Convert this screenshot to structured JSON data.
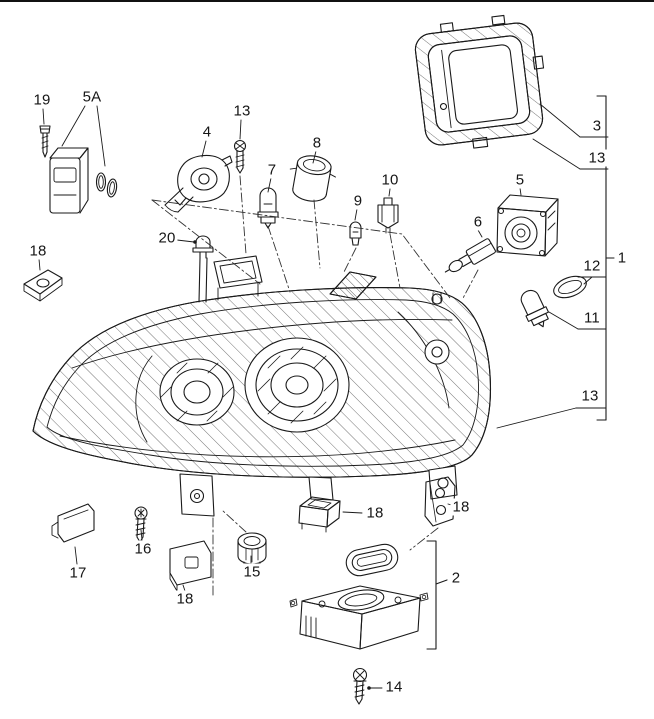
{
  "diagram": {
    "kind": "exploded-parts-diagram",
    "subject": "headlight-assembly",
    "line_color": "#1a1a1a",
    "background_color": "#ffffff",
    "callouts": {
      "c19": {
        "label": "19"
      },
      "c5a": {
        "label": "5A"
      },
      "c4": {
        "label": "4"
      },
      "c13_top": {
        "label": "13"
      },
      "c7": {
        "label": "7"
      },
      "c8": {
        "label": "8"
      },
      "c9": {
        "label": "9"
      },
      "c10": {
        "label": "10"
      },
      "c3": {
        "label": "3"
      },
      "c13_right": {
        "label": "13"
      },
      "c5": {
        "label": "5"
      },
      "c6": {
        "label": "6"
      },
      "c12": {
        "label": "12"
      },
      "c11": {
        "label": "11"
      },
      "c13_lens": {
        "label": "13"
      },
      "c1": {
        "label": "1"
      },
      "c20": {
        "label": "20"
      },
      "c18_left": {
        "label": "18"
      },
      "c17": {
        "label": "17"
      },
      "c16": {
        "label": "16"
      },
      "c18_bottom": {
        "label": "18"
      },
      "c15": {
        "label": "15"
      },
      "c18_mid": {
        "label": "18"
      },
      "c18_right": {
        "label": "18"
      },
      "c2": {
        "label": "2"
      },
      "c14": {
        "label": "14"
      }
    }
  }
}
